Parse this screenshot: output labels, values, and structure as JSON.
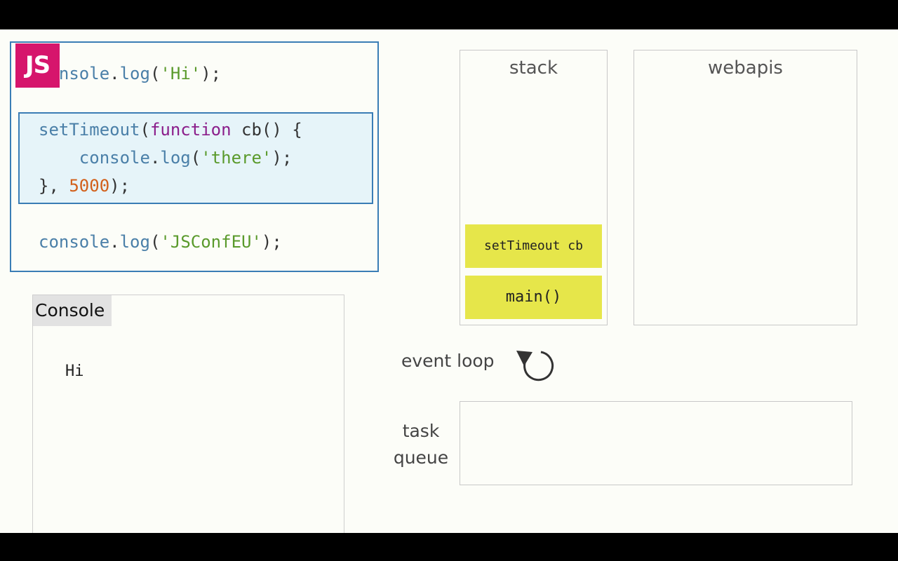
{
  "code": {
    "badge": "JS",
    "line1": {
      "hidden_prefix": "co",
      "tokens": [
        "nsole",
        ".",
        "log",
        "(",
        "'Hi'",
        ");"
      ]
    },
    "line2": {
      "tokens": [
        "setTimeout",
        "(",
        "function",
        " cb() {"
      ]
    },
    "line3": {
      "tokens": [
        "    console",
        ".",
        "log",
        "(",
        "'there'",
        ");"
      ]
    },
    "line4": {
      "tokens": [
        "}, ",
        "5000",
        ");"
      ]
    },
    "line5": {
      "tokens": [
        "console",
        ".",
        "log",
        "(",
        "'JSConfEU'",
        ");"
      ]
    }
  },
  "console": {
    "title": "Console",
    "output": [
      "Hi"
    ]
  },
  "stack": {
    "title": "stack",
    "frames": [
      "setTimeout cb",
      "main()"
    ]
  },
  "webapis": {
    "title": "webapis"
  },
  "event_loop": {
    "label": "event loop",
    "icon": "refresh-loop-icon"
  },
  "task_queue": {
    "label_line1": "task",
    "label_line2": "queue"
  },
  "colors": {
    "badge": "#d6156c",
    "frame": "#e6e64a",
    "code_border": "#3a7db5",
    "highlight_bg": "#e6f4f9",
    "string": "#5a9a2c",
    "keyword": "#8b1e8b",
    "number": "#d2601a"
  }
}
